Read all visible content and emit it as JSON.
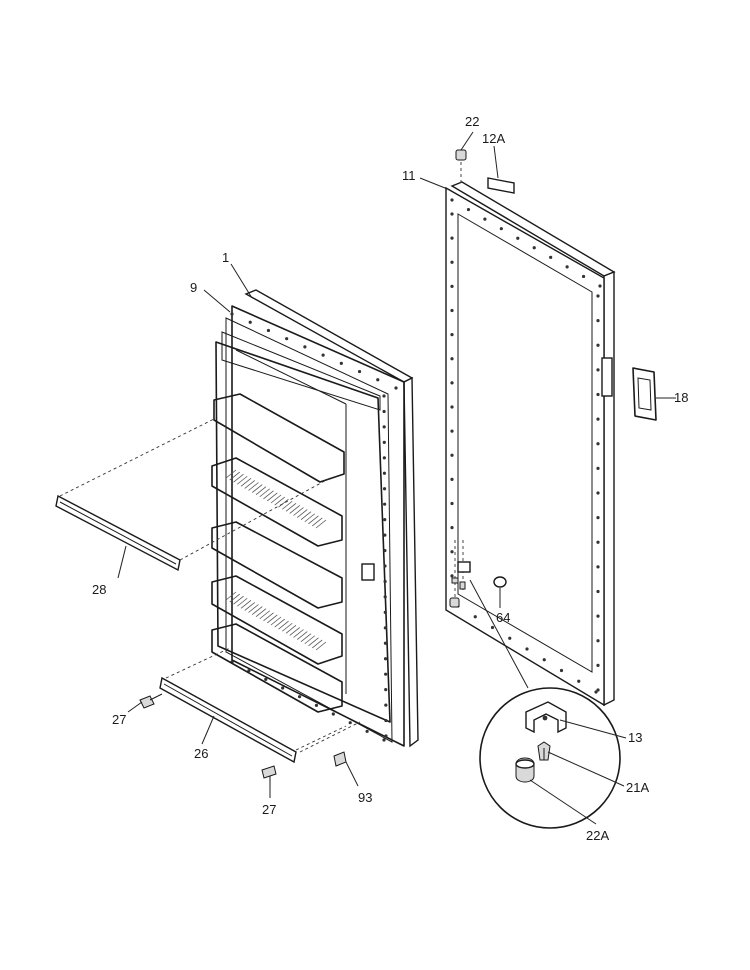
{
  "callouts": [
    {
      "id": "c-22",
      "text": "22"
    },
    {
      "id": "c-12a",
      "text": "12A"
    },
    {
      "id": "c-11",
      "text": "11"
    },
    {
      "id": "c-1",
      "text": "1"
    },
    {
      "id": "c-9",
      "text": "9"
    },
    {
      "id": "c-18",
      "text": "18"
    },
    {
      "id": "c-28",
      "text": "28"
    },
    {
      "id": "c-64",
      "text": "64"
    },
    {
      "id": "c-13",
      "text": "13"
    },
    {
      "id": "c-27a",
      "text": "27"
    },
    {
      "id": "c-26",
      "text": "26"
    },
    {
      "id": "c-21a",
      "text": "21A"
    },
    {
      "id": "c-93",
      "text": "93"
    },
    {
      "id": "c-27b",
      "text": "27"
    },
    {
      "id": "c-22a",
      "text": "22A"
    }
  ]
}
